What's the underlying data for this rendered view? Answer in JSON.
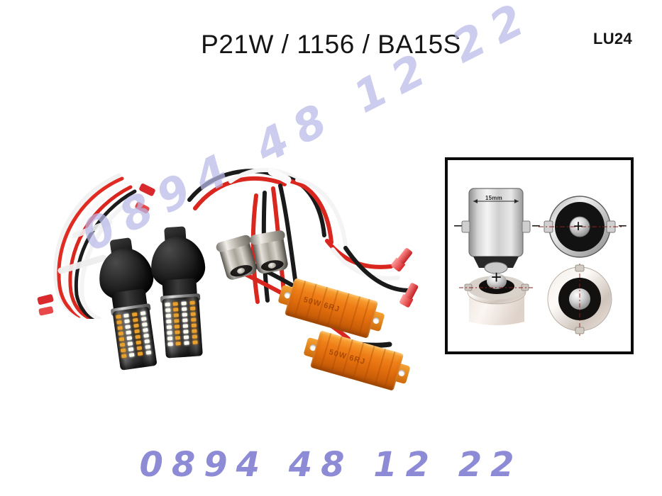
{
  "header": {
    "title": "P21W / 1156 / BA15S",
    "brand": "LU24"
  },
  "watermarks": {
    "diagonal": "0894 48 12 22",
    "bottom": "0894 48 12 22",
    "color": "#8d8ad6"
  },
  "photo": {
    "alt_name": "led-bulb-kit-photo",
    "components": {
      "wire_harness": "red-white-wire-harness",
      "led_bulb_left": "led-bulb-amber-white",
      "led_bulb_right": "led-bulb-amber-white",
      "socket_left": "ba15s-chrome-socket",
      "socket_right": "ba15s-chrome-socket",
      "resistor_top": "load-resistor",
      "resistor_bottom": "load-resistor",
      "spade_connector": "red-spade-connector"
    },
    "resistor_marking": "50W 6RJ"
  },
  "spec_diagram": {
    "name": "ba15s-base-spec-diagram",
    "dimension_label": "15mm",
    "polarity_positive": "+",
    "polarity_negative": "−",
    "views": [
      {
        "name": "side-view-bulb-base",
        "label": "15mm"
      },
      {
        "name": "bottom-view-contact",
        "label": "+"
      },
      {
        "name": "photo-view-angled-base",
        "label": ""
      },
      {
        "name": "photo-view-bottom-base",
        "label": ""
      }
    ],
    "border_color": "#0b0b0b"
  }
}
